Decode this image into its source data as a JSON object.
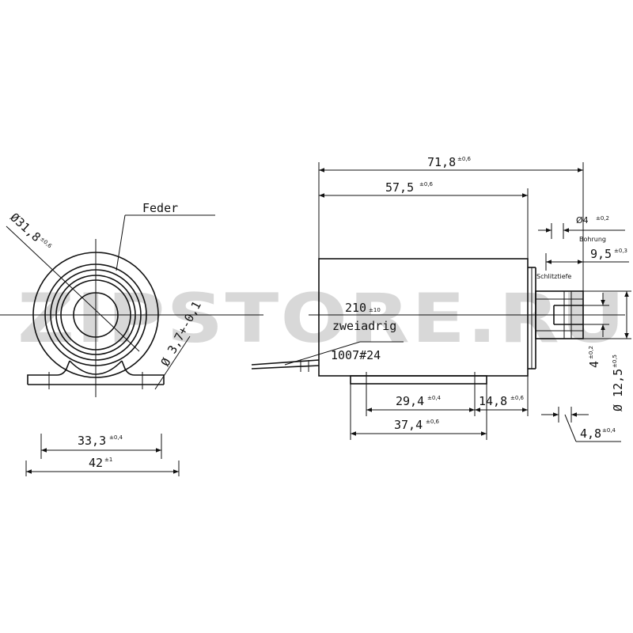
{
  "watermark": {
    "text": "ZIPSTORE.RU",
    "accent_color": "#f0a95c",
    "gray_color": "#b9b9b9"
  },
  "labels": {
    "feder": "Feder",
    "bohrung": "Bohrung",
    "schlitztiefe": "Schlitztiefe",
    "cable_length": "210",
    "cable_length_tol": "±10",
    "cable_type": "zweiadrig",
    "cable_gauge": "1007#24"
  },
  "dimensions": {
    "overall_length": {
      "value": "71,8",
      "tol": "±0,6"
    },
    "body_length": {
      "value": "57,5",
      "tol": "±0,6"
    },
    "bore": {
      "value": "Ø4",
      "tol": "±0,2"
    },
    "slot_offset": {
      "value": "9,5",
      "tol": "±0,3"
    },
    "foot_length": {
      "value": "29,4",
      "tol": "±0,4"
    },
    "foot_offset": {
      "value": "14,8",
      "tol": "±0,6"
    },
    "base_length": {
      "value": "37,4",
      "tol": "±0,6"
    },
    "slot_width": {
      "value": "4,8",
      "tol": "±0,4"
    },
    "slot_depth": {
      "value": "4",
      "tol": "±0,2"
    },
    "plunger_dia": {
      "value": "Ø 12,5",
      "tol": "±0,5"
    },
    "body_dia": {
      "value": "Ø31,8",
      "tol": "±0,6"
    },
    "hole_dia": {
      "value": "Ø 3,7+-0,1",
      "tol": ""
    },
    "hole_spacing": {
      "value": "33,3",
      "tol": "±0,4"
    },
    "base_width": {
      "value": "42",
      "tol": "±1"
    }
  }
}
